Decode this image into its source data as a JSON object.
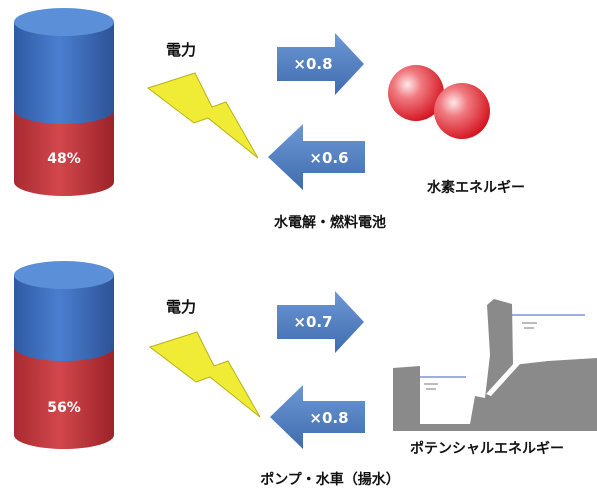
{
  "colors": {
    "cylinder_top": "#3f6fba",
    "cylinder_bottom": "#c0393f",
    "arrow": "#4f7fbf",
    "bolt": "#f2ee3a",
    "sphere": "#e8303a",
    "dam": "#8c8c8c",
    "water_line": "#3a5fbf"
  },
  "top_section": {
    "cylinder_percent": "48%",
    "power_label": "電力",
    "forward_factor": "×0.8",
    "return_factor": "×0.6",
    "target_label": "水素エネルギー",
    "process_label": "水電解・燃料電池",
    "icons": [
      "battery-cylinder-icon",
      "lightning-icon",
      "hydrogen-spheres-icon"
    ]
  },
  "bottom_section": {
    "cylinder_percent": "56%",
    "power_label": "電力",
    "forward_factor": "×0.7",
    "return_factor": "×0.8",
    "target_label": "ポテンシャルエネルギー",
    "process_label": "ポンプ・水車（揚水）",
    "icons": [
      "battery-cylinder-icon",
      "lightning-icon",
      "pumped-hydro-dam-icon"
    ]
  }
}
